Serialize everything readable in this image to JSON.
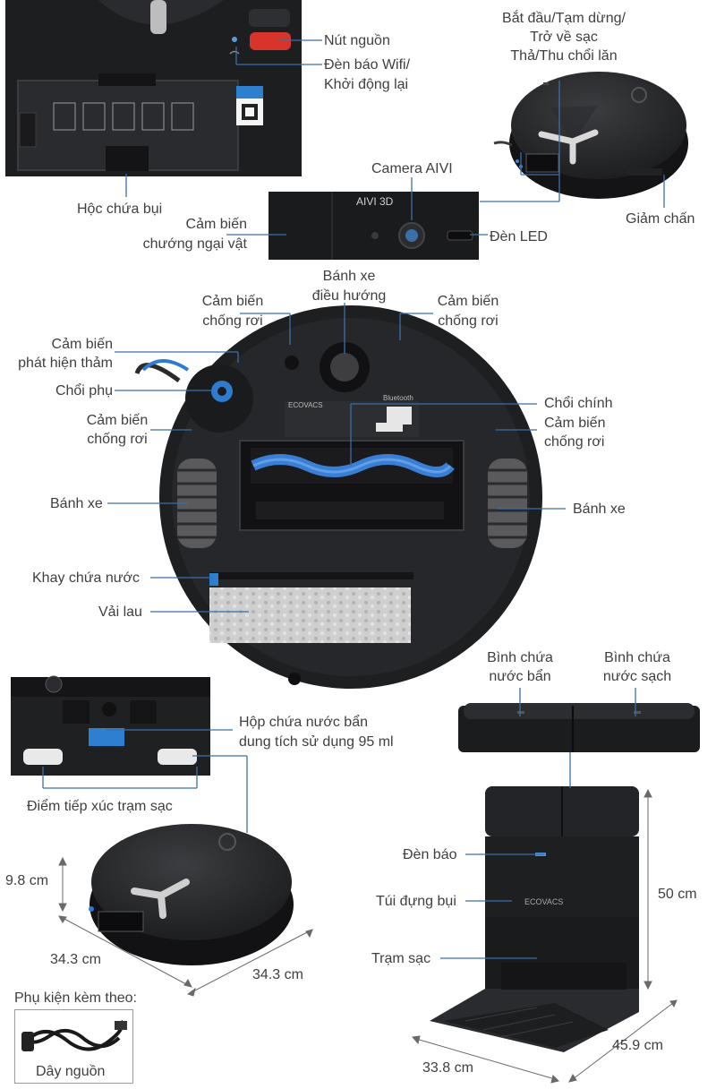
{
  "top_panel": {
    "power_button": "Nút nguồn",
    "wifi_light": "Đèn báo Wifi/",
    "reset": "Khởi động lại",
    "dust_box": "Hộc chứa bụi"
  },
  "top_right": {
    "buttons_line1": "Bắt đầu/Tạm dừng/",
    "buttons_line2": "Trở về sạc",
    "buttons_line3": "Thả/Thu chổi lăn",
    "bumper": "Giảm chấn"
  },
  "front_panel": {
    "camera": "Camera AIVI",
    "obstacle_line1": "Cảm biến",
    "obstacle_line2": "chướng ngại vật",
    "led": "Đèn LED",
    "panel_text": "AIVI 3D"
  },
  "bottom_view": {
    "steer_wheel_line1": "Bánh xe",
    "steer_wheel_line2": "điều hướng",
    "cliff_tl_line1": "Cảm biến",
    "cliff_tl_line2": "chống rơi",
    "cliff_tr_line1": "Cảm biến",
    "cliff_tr_line2": "chống rơi",
    "carpet_line1": "Cảm biến",
    "carpet_line2": "phát hiện thảm",
    "side_brush": "Chổi phụ",
    "main_brush": "Chổi chính",
    "cliff_l_line1": "Cảm biến",
    "cliff_l_line2": "chống rơi",
    "cliff_r_line1": "Cảm biến",
    "cliff_r_line2": "chống rơi",
    "wheel_left": "Bánh xe",
    "wheel_right": "Bánh xe",
    "water_tray": "Khay chứa nước",
    "mop_cloth": "Vải lau",
    "brand_text": "ECOVACS",
    "bluetooth_text": "Bluetooth"
  },
  "lower_left": {
    "dirty_box_line1": "Hộp chứa nước bẩn",
    "dirty_box_line2": "dung tích sử dụng 95 ml",
    "contacts": "Điểm tiếp xúc trạm sạc",
    "height": "9.8 cm",
    "depth": "34.3 cm",
    "width": "34.3 cm"
  },
  "station": {
    "dirty_tank_line1": "Bình chứa",
    "dirty_tank_line2": "nước bẩn",
    "clean_tank_line1": "Bình chứa",
    "clean_tank_line2": "nước sạch",
    "indicator": "Đèn báo",
    "dust_bag": "Túi đựng bụi",
    "dock": "Trạm sạc",
    "height": "50 cm",
    "depth": "45.9 cm",
    "width": "33.8 cm",
    "brand_text": "ECOVACS"
  },
  "accessories": {
    "title": "Phụ kiện kèm theo:",
    "cable": "Dây nguồn"
  }
}
